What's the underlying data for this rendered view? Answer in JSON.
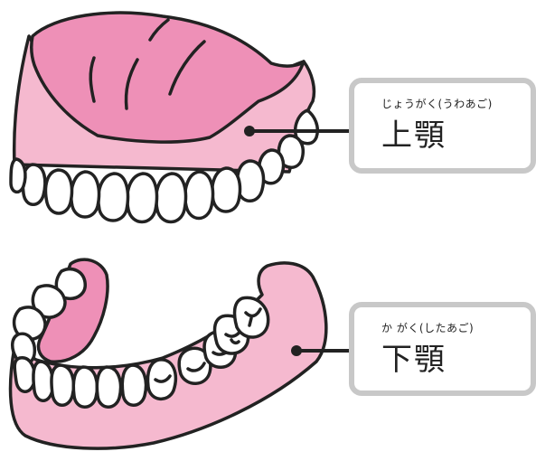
{
  "labels": {
    "upper": {
      "ruby": "じょうがく(うわあご)",
      "text": "上顎"
    },
    "lower": {
      "ruby": "か がく(したあご)",
      "text": "下顎"
    }
  },
  "colors": {
    "gum": "#f5b9cf",
    "palate": "#ee90b7",
    "tooth": "#ffffff",
    "outline": "#222222",
    "box_border": "#c8c8c8"
  }
}
